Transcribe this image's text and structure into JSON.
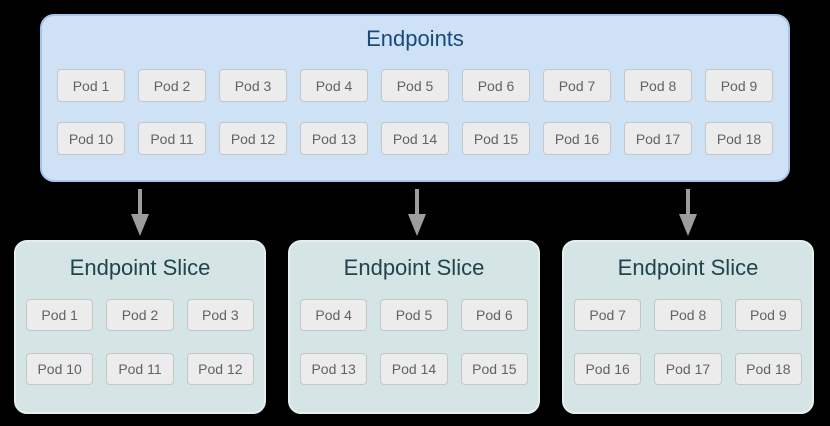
{
  "colors": {
    "background": "#000000",
    "endpoints_fill": "#cfe1f5",
    "endpoints_border": "#a6c5ea",
    "endpoints_title": "#17497c",
    "slice_fill": "#d5e4e5",
    "slice_border": "#e4efee",
    "slice_title": "#1f444c",
    "pod_fill": "#ececec",
    "pod_border": "#c4c7c9",
    "pod_text": "#5f6368",
    "arrow": "#9d9d9d"
  },
  "endpoints": {
    "title": "Endpoints",
    "pods": [
      "Pod 1",
      "Pod 2",
      "Pod 3",
      "Pod 4",
      "Pod 5",
      "Pod 6",
      "Pod 7",
      "Pod 8",
      "Pod 9",
      "Pod 10",
      "Pod 11",
      "Pod 12",
      "Pod 13",
      "Pod 14",
      "Pod 15",
      "Pod 16",
      "Pod 17",
      "Pod 18"
    ]
  },
  "slices": [
    {
      "title": "Endpoint Slice",
      "pods": [
        "Pod 1",
        "Pod 2",
        "Pod 3",
        "Pod 10",
        "Pod 11",
        "Pod 12"
      ]
    },
    {
      "title": "Endpoint Slice",
      "pods": [
        "Pod 4",
        "Pod 5",
        "Pod 6",
        "Pod 13",
        "Pod 14",
        "Pod 15"
      ]
    },
    {
      "title": "Endpoint Slice",
      "pods": [
        "Pod 7",
        "Pod 8",
        "Pod 9",
        "Pod 16",
        "Pod 17",
        "Pod 18"
      ]
    }
  ]
}
